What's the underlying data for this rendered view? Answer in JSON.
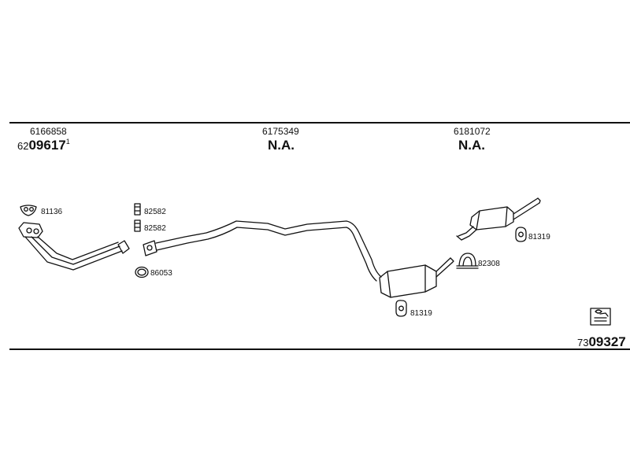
{
  "header": {
    "col1_part": "6166858",
    "col1_ref_prefix": "62",
    "col1_ref_main": "09617",
    "col1_ref_sup": "1",
    "col2_part": "6175349",
    "col2_status": "N.A.",
    "col3_part": "6181072",
    "col3_status": "N.A."
  },
  "labels": {
    "gasket_top": "81136",
    "clamp_1": "82582",
    "clamp_2": "82582",
    "ring": "86053",
    "mount_mid": "81319",
    "mount_rear": "81319",
    "clamp_rear": "82308"
  },
  "footer": {
    "code_prefix": "73",
    "code_main": "09327"
  },
  "colors": {
    "line": "#111111",
    "background": "#ffffff"
  }
}
